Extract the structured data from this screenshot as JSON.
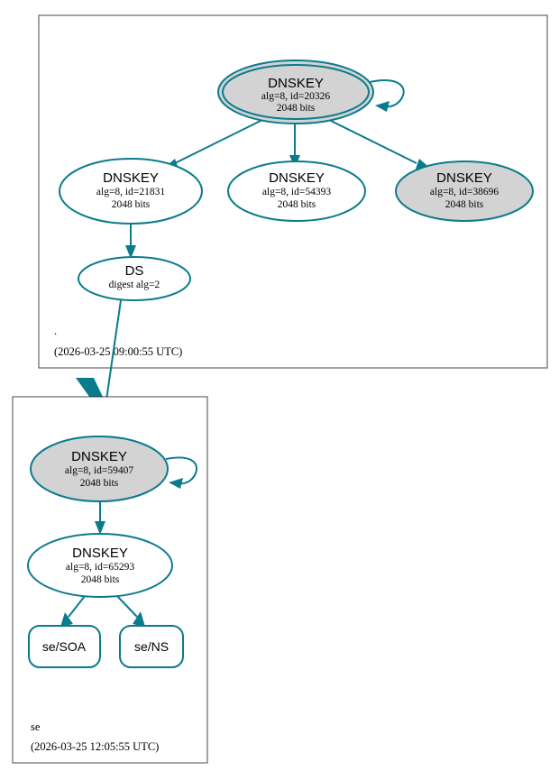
{
  "diagram": {
    "type": "dnssec-authentication-chain",
    "colors": {
      "edge": "#0a7b8c",
      "node_border": "#0a7b8c",
      "secure_fill": "#d3d3d3",
      "plain_fill": "#ffffff",
      "cluster_border": "#000000",
      "text": "#000000"
    }
  },
  "zones": [
    {
      "id": "root",
      "name": ".",
      "timestamp": "(2026-03-25 09:00:55 UTC)",
      "nodes": [
        {
          "id": "root-ksk-20326",
          "shape": "doubleoctagon-ellipse",
          "fill": "gray",
          "title": "DNSKEY",
          "line2": "alg=8, id=20326",
          "line3": "2048 bits",
          "self_signed": true
        },
        {
          "id": "root-zsk-21831",
          "shape": "ellipse",
          "fill": "white",
          "title": "DNSKEY",
          "line2": "alg=8, id=21831",
          "line3": "2048 bits",
          "self_signed": false
        },
        {
          "id": "root-zsk-54393",
          "shape": "ellipse",
          "fill": "white",
          "title": "DNSKEY",
          "line2": "alg=8, id=54393",
          "line3": "2048 bits",
          "self_signed": false
        },
        {
          "id": "root-key-38696",
          "shape": "ellipse",
          "fill": "gray",
          "title": "DNSKEY",
          "line2": "alg=8, id=38696",
          "line3": "2048 bits",
          "self_signed": false
        },
        {
          "id": "root-ds",
          "shape": "ellipse",
          "fill": "white",
          "title": "DS",
          "line2": "digest alg=2",
          "line3": "",
          "self_signed": false
        }
      ]
    },
    {
      "id": "se",
      "name": "se",
      "timestamp": "(2026-03-25 12:05:55 UTC)",
      "nodes": [
        {
          "id": "se-ksk-59407",
          "shape": "ellipse",
          "fill": "gray",
          "title": "DNSKEY",
          "line2": "alg=8, id=59407",
          "line3": "2048 bits",
          "self_signed": true
        },
        {
          "id": "se-zsk-65293",
          "shape": "ellipse",
          "fill": "white",
          "title": "DNSKEY",
          "line2": "alg=8, id=65293",
          "line3": "2048 bits",
          "self_signed": false
        },
        {
          "id": "se-soa",
          "shape": "rounded-rect",
          "fill": "white",
          "title": "se/SOA",
          "line2": "",
          "line3": "",
          "self_signed": false
        },
        {
          "id": "se-ns",
          "shape": "rounded-rect",
          "fill": "white",
          "title": "se/NS",
          "line2": "",
          "line3": "",
          "self_signed": false
        }
      ]
    }
  ],
  "edges": [
    {
      "from": "root-ksk-20326",
      "to": "root-ksk-20326",
      "kind": "self-loop"
    },
    {
      "from": "root-ksk-20326",
      "to": "root-zsk-21831",
      "kind": "signs"
    },
    {
      "from": "root-ksk-20326",
      "to": "root-zsk-54393",
      "kind": "signs"
    },
    {
      "from": "root-ksk-20326",
      "to": "root-key-38696",
      "kind": "signs"
    },
    {
      "from": "root-zsk-21831",
      "to": "root-ds",
      "kind": "signs"
    },
    {
      "from": "root-ds",
      "to": "se-ksk-59407",
      "kind": "delegation"
    },
    {
      "from": "se-ksk-59407",
      "to": "se-ksk-59407",
      "kind": "self-loop"
    },
    {
      "from": "se-ksk-59407",
      "to": "se-zsk-65293",
      "kind": "signs"
    },
    {
      "from": "se-zsk-65293",
      "to": "se-soa",
      "kind": "signs"
    },
    {
      "from": "se-zsk-65293",
      "to": "se-ns",
      "kind": "signs"
    }
  ]
}
